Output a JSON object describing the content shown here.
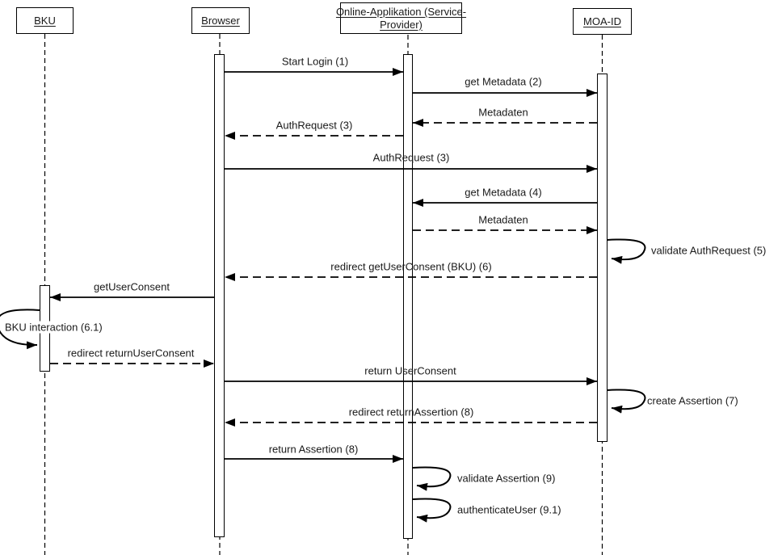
{
  "participants": [
    {
      "name": "BKU",
      "lines": [
        "BKU"
      ]
    },
    {
      "name": "Browser",
      "lines": [
        "Browser"
      ]
    },
    {
      "name": "Online-Applikation (Service-Provider)",
      "lines": [
        "Online-Applikation (Service-",
        "Provider)"
      ]
    },
    {
      "name": "MOA-ID",
      "lines": [
        "MOA-ID"
      ]
    }
  ],
  "messages": [
    {
      "label": "Start Login (1)",
      "from": "Browser",
      "to": "Online-Applikation (Service-Provider)",
      "style": "solid"
    },
    {
      "label": "get Metadata (2)",
      "from": "Online-Applikation (Service-Provider)",
      "to": "MOA-ID",
      "style": "solid"
    },
    {
      "label": "Metadaten",
      "from": "MOA-ID",
      "to": "Online-Applikation (Service-Provider)",
      "style": "dashed"
    },
    {
      "label": "AuthRequest (3)",
      "from": "Online-Applikation (Service-Provider)",
      "to": "Browser",
      "style": "dashed"
    },
    {
      "label": "AuthRequest (3)",
      "from": "Browser",
      "to": "MOA-ID",
      "style": "solid"
    },
    {
      "label": "get Metadata (4)",
      "from": "MOA-ID",
      "to": "Online-Applikation (Service-Provider)",
      "style": "solid"
    },
    {
      "label": "Metadaten",
      "from": "Online-Applikation (Service-Provider)",
      "to": "MOA-ID",
      "style": "dashed"
    },
    {
      "label": "redirect getUserConsent (BKU) (6)",
      "from": "MOA-ID",
      "to": "Browser",
      "style": "dashed"
    },
    {
      "label": "getUserConsent",
      "from": "Browser",
      "to": "BKU",
      "style": "solid"
    },
    {
      "label": "redirect returnUserConsent",
      "from": "BKU",
      "to": "Browser",
      "style": "dashed"
    },
    {
      "label": "return UserConsent",
      "from": "Browser",
      "to": "MOA-ID",
      "style": "solid"
    },
    {
      "label": "redirect returnAssertion (8)",
      "from": "MOA-ID",
      "to": "Browser",
      "style": "dashed"
    },
    {
      "label": "return Assertion (8)",
      "from": "Browser",
      "to": "Online-Applikation (Service-Provider)",
      "style": "solid"
    }
  ],
  "self_messages": [
    {
      "label": "validate AuthRequest (5)",
      "on": "MOA-ID"
    },
    {
      "label": "BKU interaction (6.1)",
      "on": "BKU"
    },
    {
      "label": "create Assertion (7)",
      "on": "MOA-ID"
    },
    {
      "label": "validate Assertion (9)",
      "on": "Online-Applikation (Service-Provider)"
    },
    {
      "label": "authenticateUser (9.1)",
      "on": "Online-Applikation (Service-Provider)"
    }
  ],
  "colors": {
    "line": "#000000",
    "text": "#1a1a1a",
    "background": "#ffffff",
    "activation_fill": "#ffffff"
  }
}
